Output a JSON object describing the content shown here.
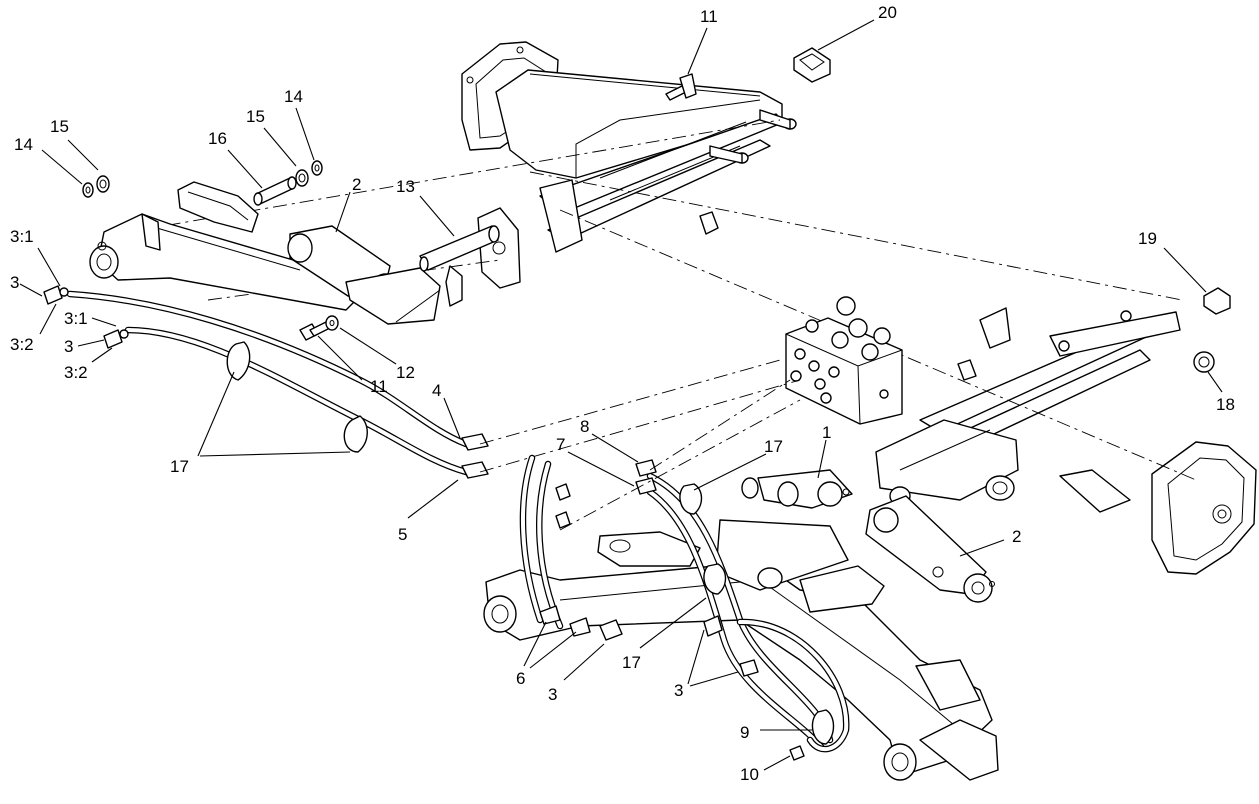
{
  "callouts": [
    {
      "id": "c-11-top",
      "label": "11"
    },
    {
      "id": "c-20",
      "label": "20"
    },
    {
      "id": "c-14-right",
      "label": "14"
    },
    {
      "id": "c-15-left",
      "label": "15"
    },
    {
      "id": "c-15-right",
      "label": "15"
    },
    {
      "id": "c-14-left",
      "label": "14"
    },
    {
      "id": "c-16",
      "label": "16"
    },
    {
      "id": "c-2-left",
      "label": "2"
    },
    {
      "id": "c-13",
      "label": "13"
    },
    {
      "id": "c-3-1-top",
      "label": "3:1"
    },
    {
      "id": "c-3-top",
      "label": "3"
    },
    {
      "id": "c-3-2-top",
      "label": "3:2"
    },
    {
      "id": "c-3-1-mid",
      "label": "3:1"
    },
    {
      "id": "c-3-mid",
      "label": "3"
    },
    {
      "id": "c-3-2-mid",
      "label": "3:2"
    },
    {
      "id": "c-11-mid",
      "label": "11"
    },
    {
      "id": "c-12",
      "label": "12"
    },
    {
      "id": "c-19",
      "label": "19"
    },
    {
      "id": "c-18",
      "label": "18"
    },
    {
      "id": "c-4",
      "label": "4"
    },
    {
      "id": "c-17-left",
      "label": "17"
    },
    {
      "id": "c-5",
      "label": "5"
    },
    {
      "id": "c-8",
      "label": "8"
    },
    {
      "id": "c-7",
      "label": "7"
    },
    {
      "id": "c-17-mid",
      "label": "17"
    },
    {
      "id": "c-1",
      "label": "1"
    },
    {
      "id": "c-2-right",
      "label": "2"
    },
    {
      "id": "c-6",
      "label": "6"
    },
    {
      "id": "c-3-bottom",
      "label": "3"
    },
    {
      "id": "c-17-bottom",
      "label": "17"
    },
    {
      "id": "c-3-right",
      "label": "3"
    },
    {
      "id": "c-9",
      "label": "9"
    },
    {
      "id": "c-10",
      "label": "10"
    }
  ]
}
